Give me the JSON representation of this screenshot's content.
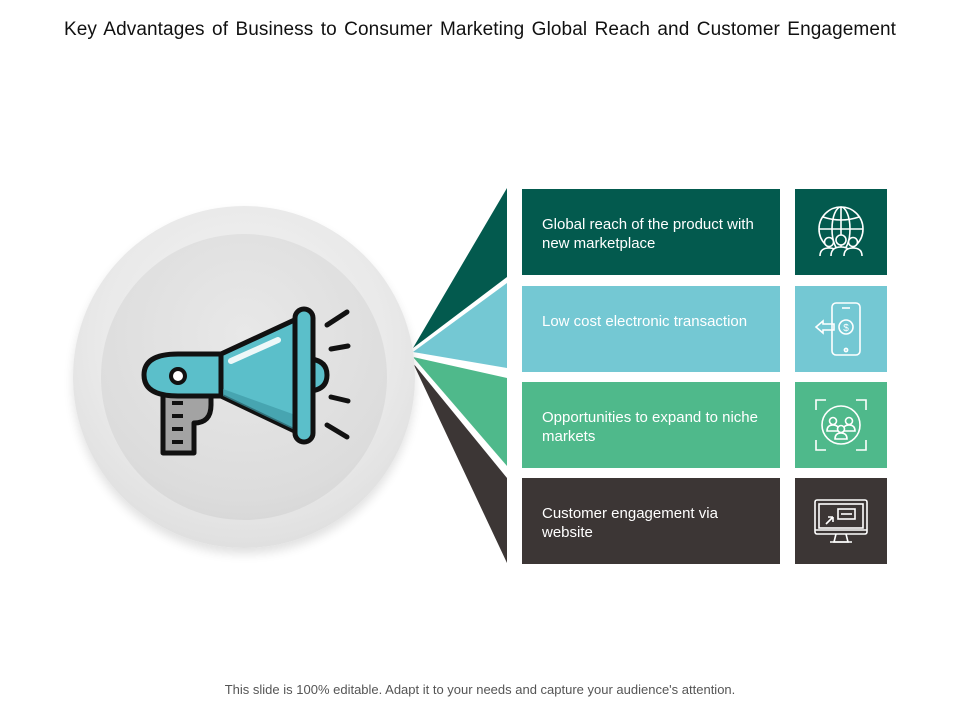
{
  "title": "Key Advantages of Business to Consumer Marketing Global Reach and Customer Engagement",
  "footer": "This slide is 100% editable. Adapt it to your needs and capture your audience's attention.",
  "items": [
    {
      "text": "Global reach of the product with new marketplace",
      "icon": "globe-people-icon",
      "color": "#035a4e"
    },
    {
      "text": "Low cost electronic transaction",
      "icon": "phone-payment-icon",
      "color": "#74c8d3"
    },
    {
      "text": "Opportunities to expand to niche markets",
      "icon": "target-group-icon",
      "color": "#4fb98b"
    },
    {
      "text": "Customer engagement via website",
      "icon": "monitor-website-icon",
      "color": "#3c3635"
    }
  ],
  "colors": {
    "megaphone_body": "#5bbfca",
    "megaphone_outline": "#111111",
    "handle": "#a3a3a3"
  }
}
